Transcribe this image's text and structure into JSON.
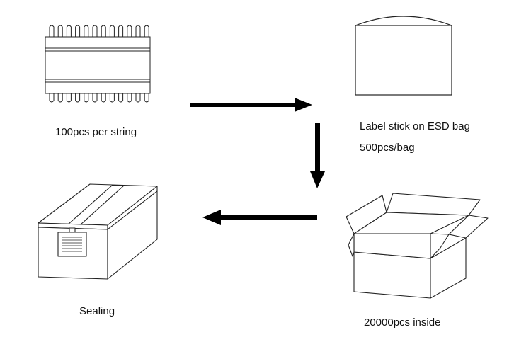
{
  "steps": {
    "string": {
      "caption": "100pcs per string",
      "icon": "component-string-icon"
    },
    "bag": {
      "caption": "Label stick on ESD bag",
      "subcaption": "500pcs/bag",
      "icon": "esd-bag-icon"
    },
    "box": {
      "caption": "20000pcs inside",
      "icon": "open-box-icon"
    },
    "sealed": {
      "caption": "Sealing",
      "icon": "sealed-box-icon"
    }
  },
  "colors": {
    "line": "#222222",
    "arrow": "#000000",
    "background": "#ffffff"
  }
}
